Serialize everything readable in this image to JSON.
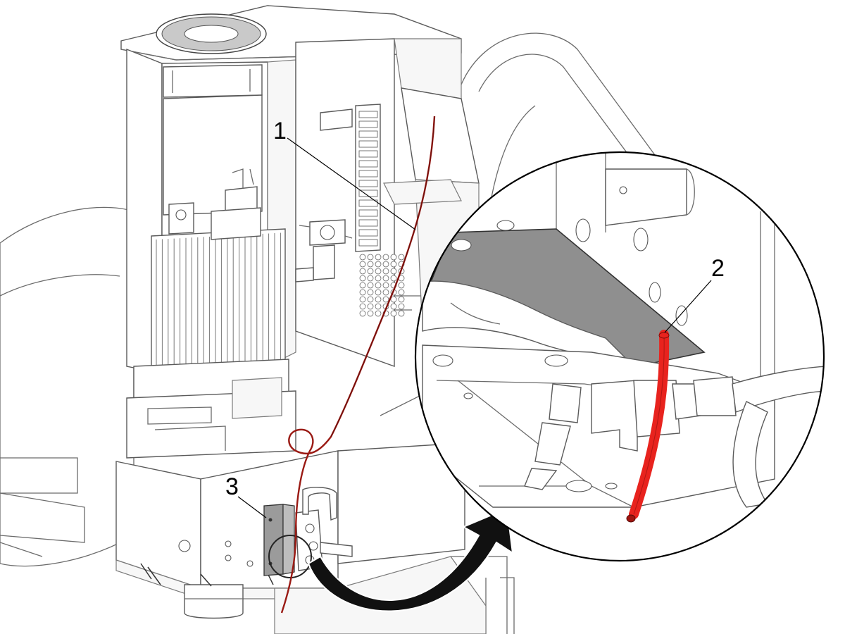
{
  "callouts": {
    "one": "1",
    "two": "2",
    "three": "3"
  },
  "colors": {
    "tube_highlight": "#e8231e",
    "tube_thin": "#9a1a14",
    "panel_gray": "#8f8f8f",
    "bracket_gray": "#9b9b9b",
    "arrow_black": "#111111"
  }
}
